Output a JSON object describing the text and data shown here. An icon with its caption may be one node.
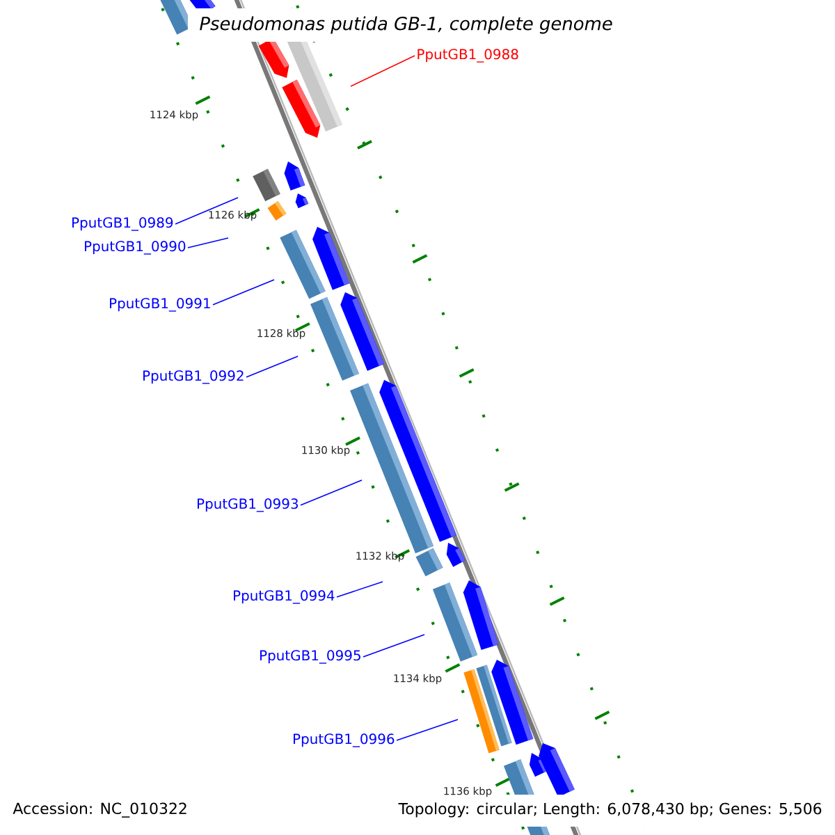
{
  "diagram": {
    "title": "Pseudomonas putida GB-1, complete genome",
    "nodes": [
      {
        "text": [
          "PputGB1_0988"
        ]
      },
      {
        "text": [
          "PputGB1_0989"
        ]
      },
      {
        "text": [
          "PputGB1_0990"
        ]
      },
      {
        "text": [
          "PputGB1_0991"
        ]
      },
      {
        "text": [
          "PputGB1_0992"
        ]
      },
      {
        "text": [
          "PputGB1_0993"
        ]
      },
      {
        "text": [
          "PputGB1_0994"
        ]
      },
      {
        "text": [
          "PputGB1_0995"
        ]
      },
      {
        "text": [
          "PputGB1_0996"
        ]
      }
    ],
    "edges": [
      {
        "from": 0,
        "to": null,
        "arrow": "none",
        "color": "#ff0000"
      },
      {
        "from": 1,
        "to": null,
        "arrow": "none"
      },
      {
        "from": 2,
        "to": null,
        "arrow": "none"
      },
      {
        "from": 3,
        "to": null,
        "arrow": "none"
      },
      {
        "from": 4,
        "to": null,
        "arrow": "none"
      },
      {
        "from": 5,
        "to": null,
        "arrow": "none"
      },
      {
        "from": 6,
        "to": null,
        "arrow": "none"
      },
      {
        "from": 7,
        "to": null,
        "arrow": "none"
      },
      {
        "from": 8,
        "to": null,
        "arrow": "none"
      }
    ],
    "labels": [
      "1124 kbp",
      "1126 kbp",
      "1128 kbp",
      "1130 kbp",
      "1132 kbp",
      "1134 kbp",
      "1136 kbp",
      "Accession: NC_010322",
      "Topology: circular; Length: 6,078,430 bp; Genes: 5,506"
    ]
  }
}
